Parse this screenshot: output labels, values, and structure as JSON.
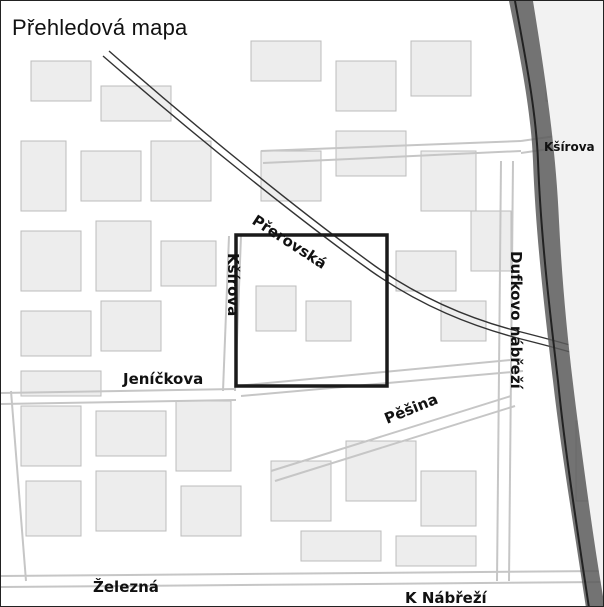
{
  "map": {
    "title": "Přehledová mapa",
    "colors": {
      "background": "#ffffff",
      "block_fill": "#ececec",
      "block_stroke": "#b8b8b8",
      "road_stroke": "#bdbdbd",
      "river": "#555555",
      "selection_frame": "#1a1a1a"
    },
    "streets": {
      "ksirova_top": "Kšírova",
      "prerovska": "Přerovská",
      "ksirova_vertical": "Kšírova",
      "jenickova": "Jeníčkova",
      "pesina": "Pěšina",
      "dufkovo_nabrezi": "Dufkovo nábřeží",
      "zelezna": "Železná",
      "k_nabrezi": "K Nábřeží"
    }
  }
}
